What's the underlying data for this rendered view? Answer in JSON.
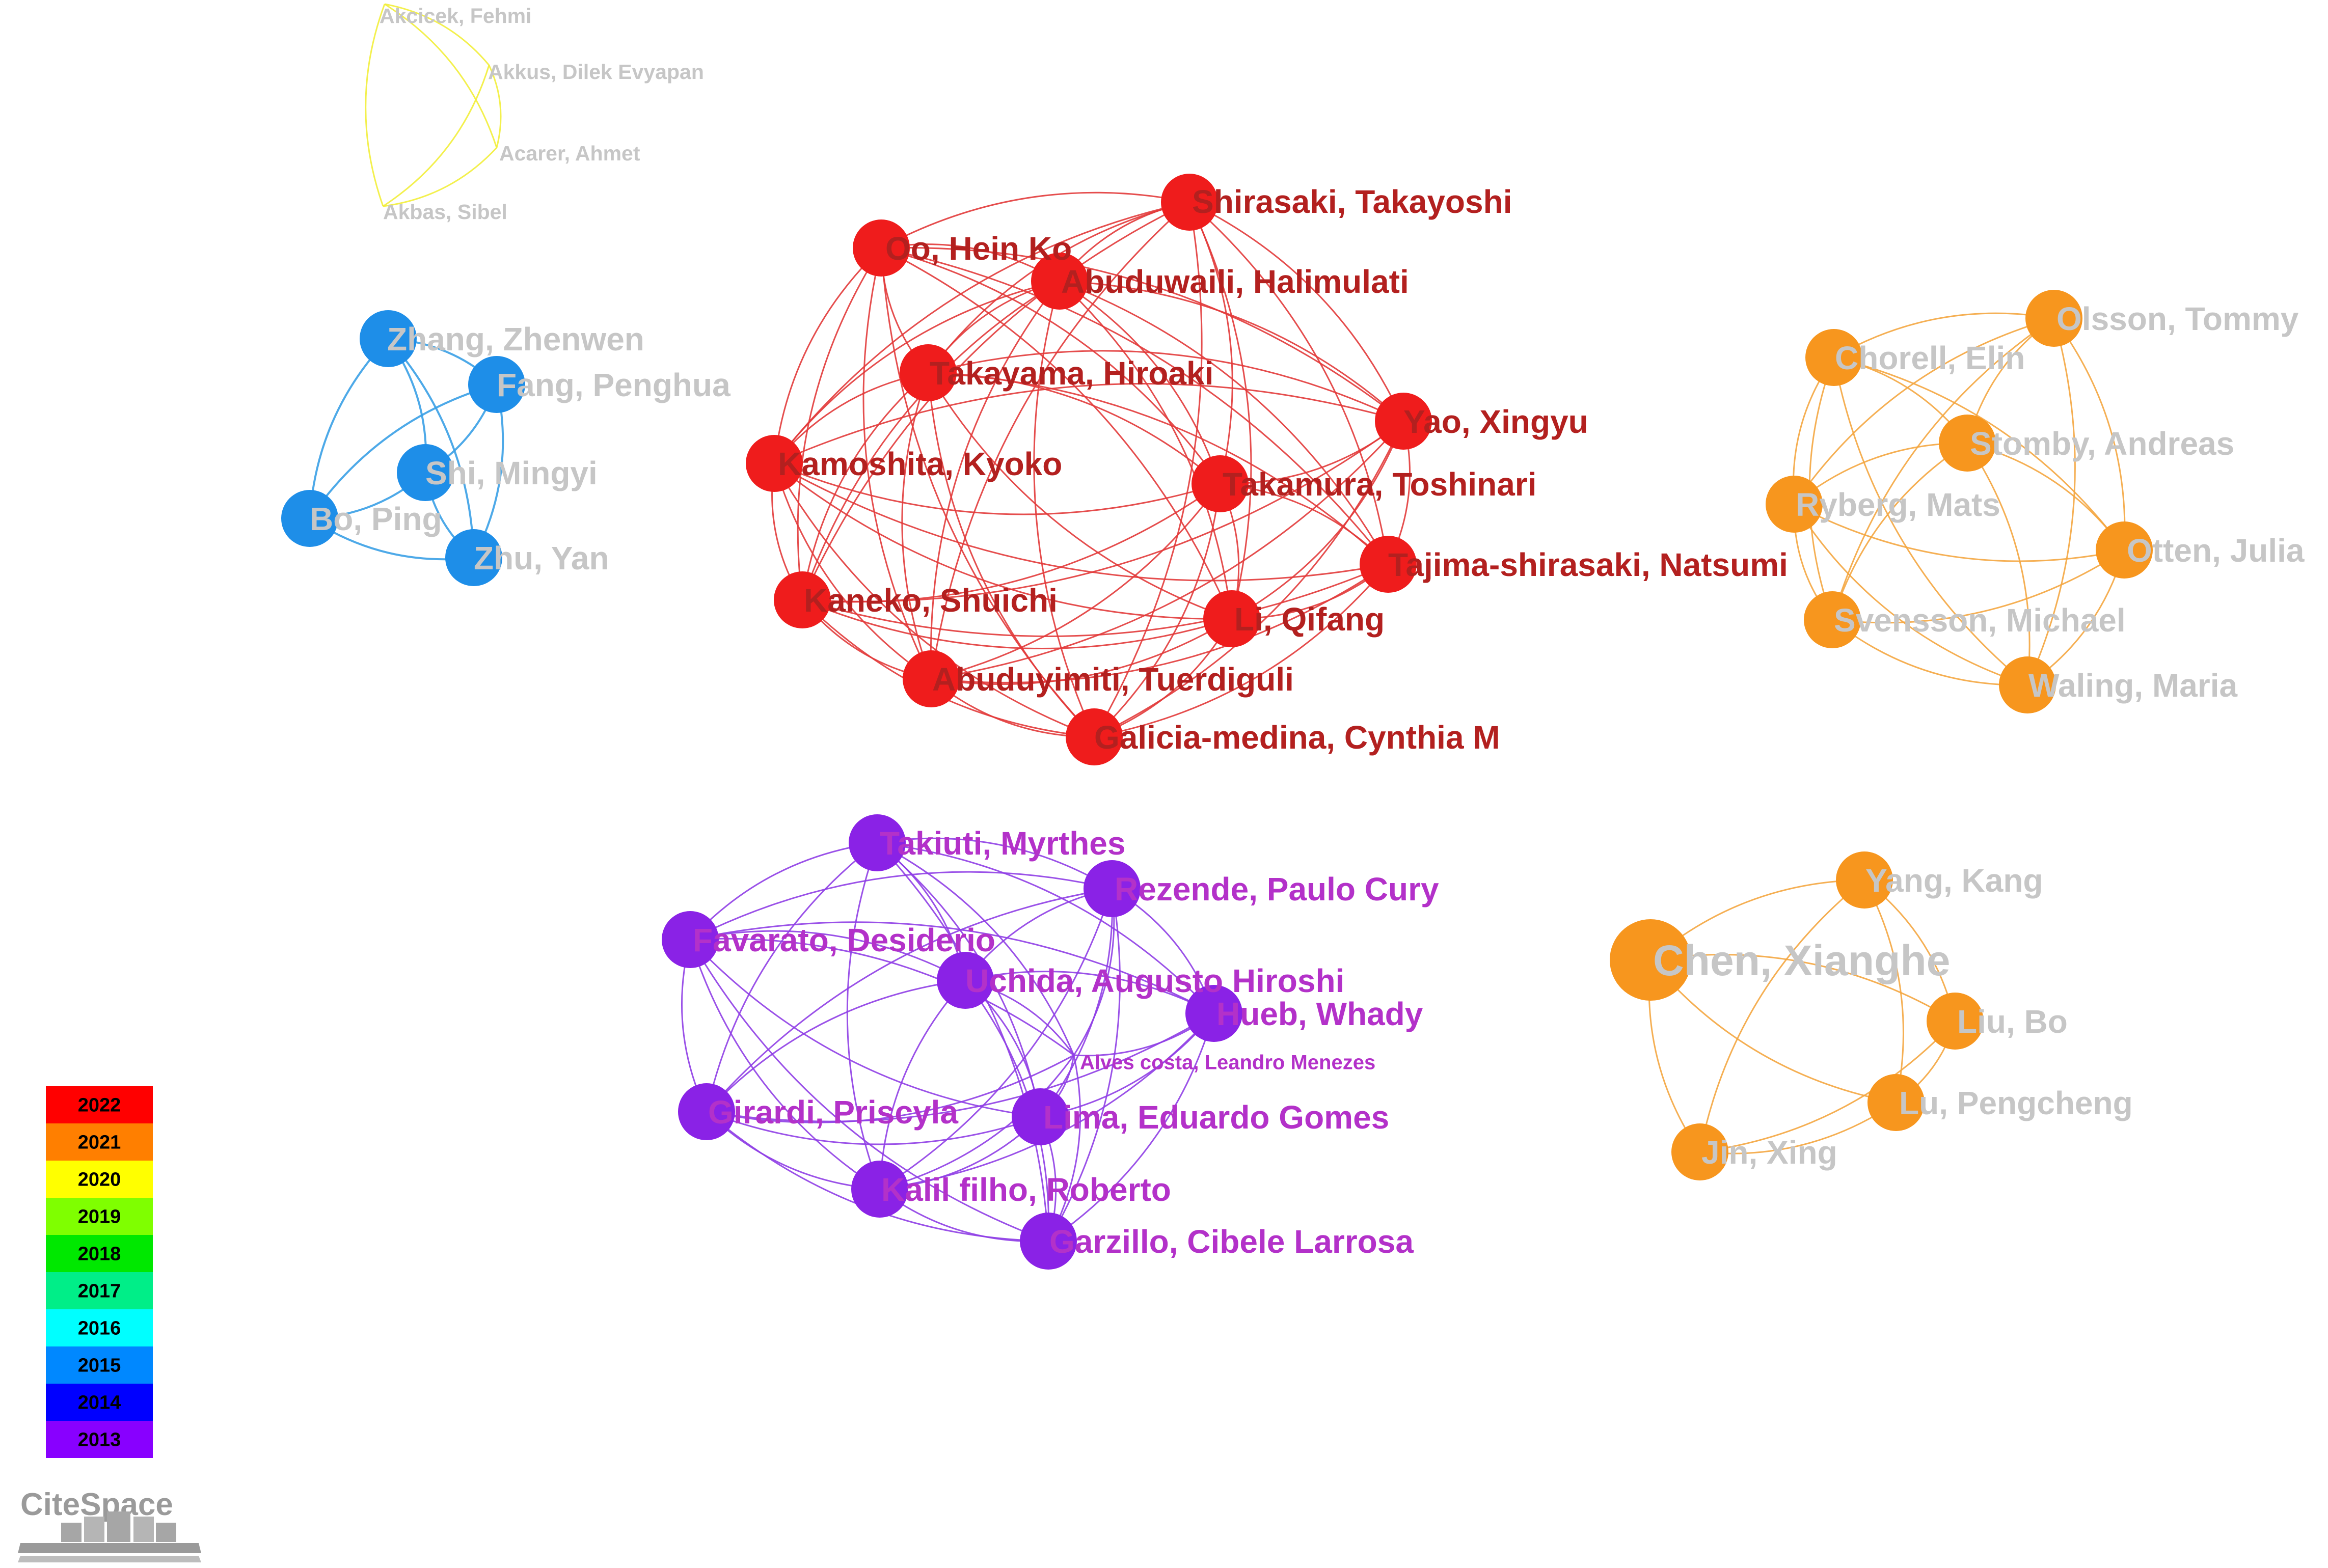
{
  "colors": {
    "red": "#ef1c1c",
    "red_edge": "#e23a3a",
    "blue": "#1e8ee8",
    "blue_edge": "#3aa0e6",
    "orange": "#f7961e",
    "orange_edge": "#f4a640",
    "purple": "#8a22e6",
    "purple_edge": "#8f3ee6",
    "yellow_edge": "#f2ee3a"
  },
  "clusters": {
    "yellow": {
      "names": [
        "Akcicek, Fehmi",
        "Akkus, Dilek Evyapan",
        "Acarer, Ahmet",
        "Akbas, Sibel"
      ]
    },
    "blue": {
      "names": [
        "Zhang, Zhenwen",
        "Fang, Penghua",
        "Shi, Mingyi",
        "Bo, Ping",
        "Zhu, Yan"
      ]
    },
    "red": {
      "names": [
        "Shirasaki, Takayoshi",
        "Oo, Hein Ko",
        "Abuduwaili, Halimulati",
        "Takayama, Hiroaki",
        "Yao, Xingyu",
        "Kamoshita, Kyoko",
        "Takamura, Toshinari",
        "Tajima-shirasaki, Natsumi",
        "Kaneko, Shuichi",
        "Li, Qifang",
        "Abuduyimiti, Tuerdiguli",
        "Galicia-medina, Cynthia M"
      ]
    },
    "orange_top": {
      "names": [
        "Olsson, Tommy",
        "Chorell, Elin",
        "Stomby, Andreas",
        "Ryberg, Mats",
        "Otten, Julia",
        "Svensson, Michael",
        "Waling, Maria"
      ]
    },
    "purple": {
      "names": [
        "Takiuti, Myrthes",
        "Rezende, Paulo Cury",
        "Favarato, Desiderio",
        "Uchida, Augusto Hiroshi",
        "Hueb, Whady",
        "Alves costa, Leandro Menezes",
        "Girardi, Priscyla",
        "Lima, Eduardo Gomes",
        "Kalil filho, Roberto",
        "Garzillo, Cibele Larrosa"
      ]
    },
    "orange_bottom": {
      "names": [
        "Yang, Kang",
        "Chen, Xianghe",
        "Liu, Bo",
        "Lu, Pengcheng",
        "Jin, Xing"
      ]
    }
  },
  "legend": {
    "years": [
      {
        "label": "2022",
        "color": "#ff0000"
      },
      {
        "label": "2021",
        "color": "#ff7f00"
      },
      {
        "label": "2020",
        "color": "#ffff00"
      },
      {
        "label": "2019",
        "color": "#7fff00"
      },
      {
        "label": "2018",
        "color": "#00e800"
      },
      {
        "label": "2017",
        "color": "#00ee88"
      },
      {
        "label": "2016",
        "color": "#00ffff"
      },
      {
        "label": "2015",
        "color": "#0088ff"
      },
      {
        "label": "2014",
        "color": "#0000ff"
      },
      {
        "label": "2013",
        "color": "#8800ff"
      }
    ]
  },
  "logo": {
    "text": "CiteSpace"
  }
}
